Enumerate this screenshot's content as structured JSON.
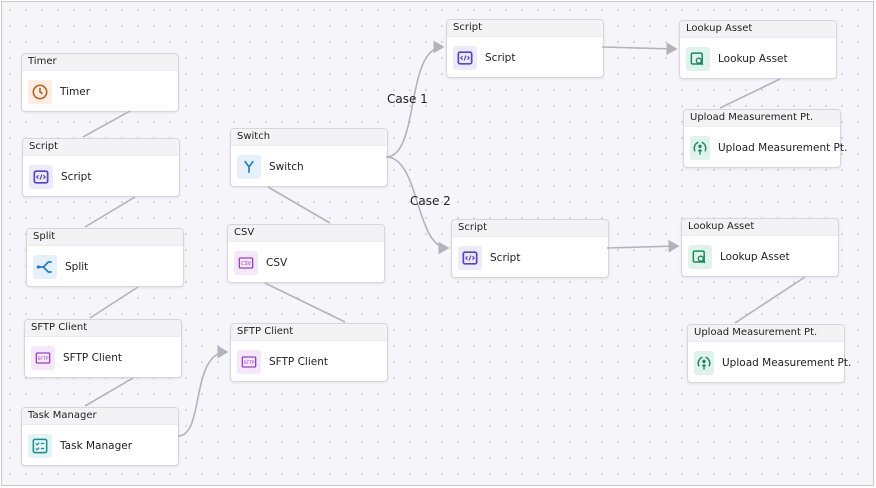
{
  "nodes": [
    {
      "id": "timer",
      "title": "Timer",
      "label": "Timer",
      "icon": "clock-icon",
      "color": "#b8641f",
      "bg": "#fbede2"
    },
    {
      "id": "script1",
      "title": "Script",
      "label": "Script",
      "icon": "script-icon",
      "color": "#5a3fd4",
      "bg": "#ecebfb"
    },
    {
      "id": "split",
      "title": "Split",
      "label": "Split",
      "icon": "split-icon",
      "color": "#1b7fd3",
      "bg": "#e6f1fb"
    },
    {
      "id": "sftp1",
      "title": "SFTP Client",
      "label": "SFTP Client",
      "icon": "sftp-icon",
      "color": "#9c3fca",
      "bg": "#f4e9fa"
    },
    {
      "id": "task",
      "title": "Task Manager",
      "label": "Task Manager",
      "icon": "task-list-icon",
      "color": "#1a8c8c",
      "bg": "#e2f4f4"
    },
    {
      "id": "switch",
      "title": "Switch",
      "label": "Switch",
      "icon": "switch-icon",
      "color": "#1b7fd3",
      "bg": "#e6f1fb"
    },
    {
      "id": "csv",
      "title": "CSV",
      "label": "CSV",
      "icon": "csv-icon",
      "color": "#9c3fca",
      "bg": "#f4e9fa"
    },
    {
      "id": "sftp2",
      "title": "SFTP Client",
      "label": "SFTP Client",
      "icon": "sftp-icon",
      "color": "#9c3fca",
      "bg": "#f4e9fa"
    },
    {
      "id": "script2",
      "title": "Script",
      "label": "Script",
      "icon": "script-icon",
      "color": "#5a3fd4",
      "bg": "#ecebfb"
    },
    {
      "id": "script3",
      "title": "Script",
      "label": "Script",
      "icon": "script-icon",
      "color": "#5a3fd4",
      "bg": "#ecebfb"
    },
    {
      "id": "lookup1",
      "title": "Lookup Asset",
      "label": "Lookup Asset",
      "icon": "lookup-asset-icon",
      "color": "#1a8a5e",
      "bg": "#dff3ea"
    },
    {
      "id": "upload1",
      "title": "Upload Measurement Pt.",
      "label": "Upload Measurement Pt.",
      "icon": "upload-measurement-icon",
      "color": "#1a8a5e",
      "bg": "#dff3ea"
    },
    {
      "id": "lookup2",
      "title": "Lookup Asset",
      "label": "Lookup Asset",
      "icon": "lookup-asset-icon",
      "color": "#1a8a5e",
      "bg": "#dff3ea"
    },
    {
      "id": "upload2",
      "title": "Upload Measurement Pt.",
      "label": "Upload Measurement Pt.",
      "icon": "upload-measurement-icon",
      "color": "#1a8a5e",
      "bg": "#dff3ea"
    }
  ],
  "edges": [
    [
      "timer",
      "script1"
    ],
    [
      "script1",
      "split"
    ],
    [
      "split",
      "sftp1"
    ],
    [
      "sftp1",
      "task"
    ],
    [
      "task",
      "sftp2"
    ],
    [
      "switch",
      "csv"
    ],
    [
      "csv",
      "sftp2"
    ],
    [
      "switch",
      "script2"
    ],
    [
      "switch",
      "script3"
    ],
    [
      "script2",
      "lookup1"
    ],
    [
      "lookup1",
      "upload1"
    ],
    [
      "script3",
      "lookup2"
    ],
    [
      "lookup2",
      "upload2"
    ]
  ],
  "cases": {
    "case1": "Case 1",
    "case2": "Case 2"
  },
  "link_color": "#b4b3bd"
}
